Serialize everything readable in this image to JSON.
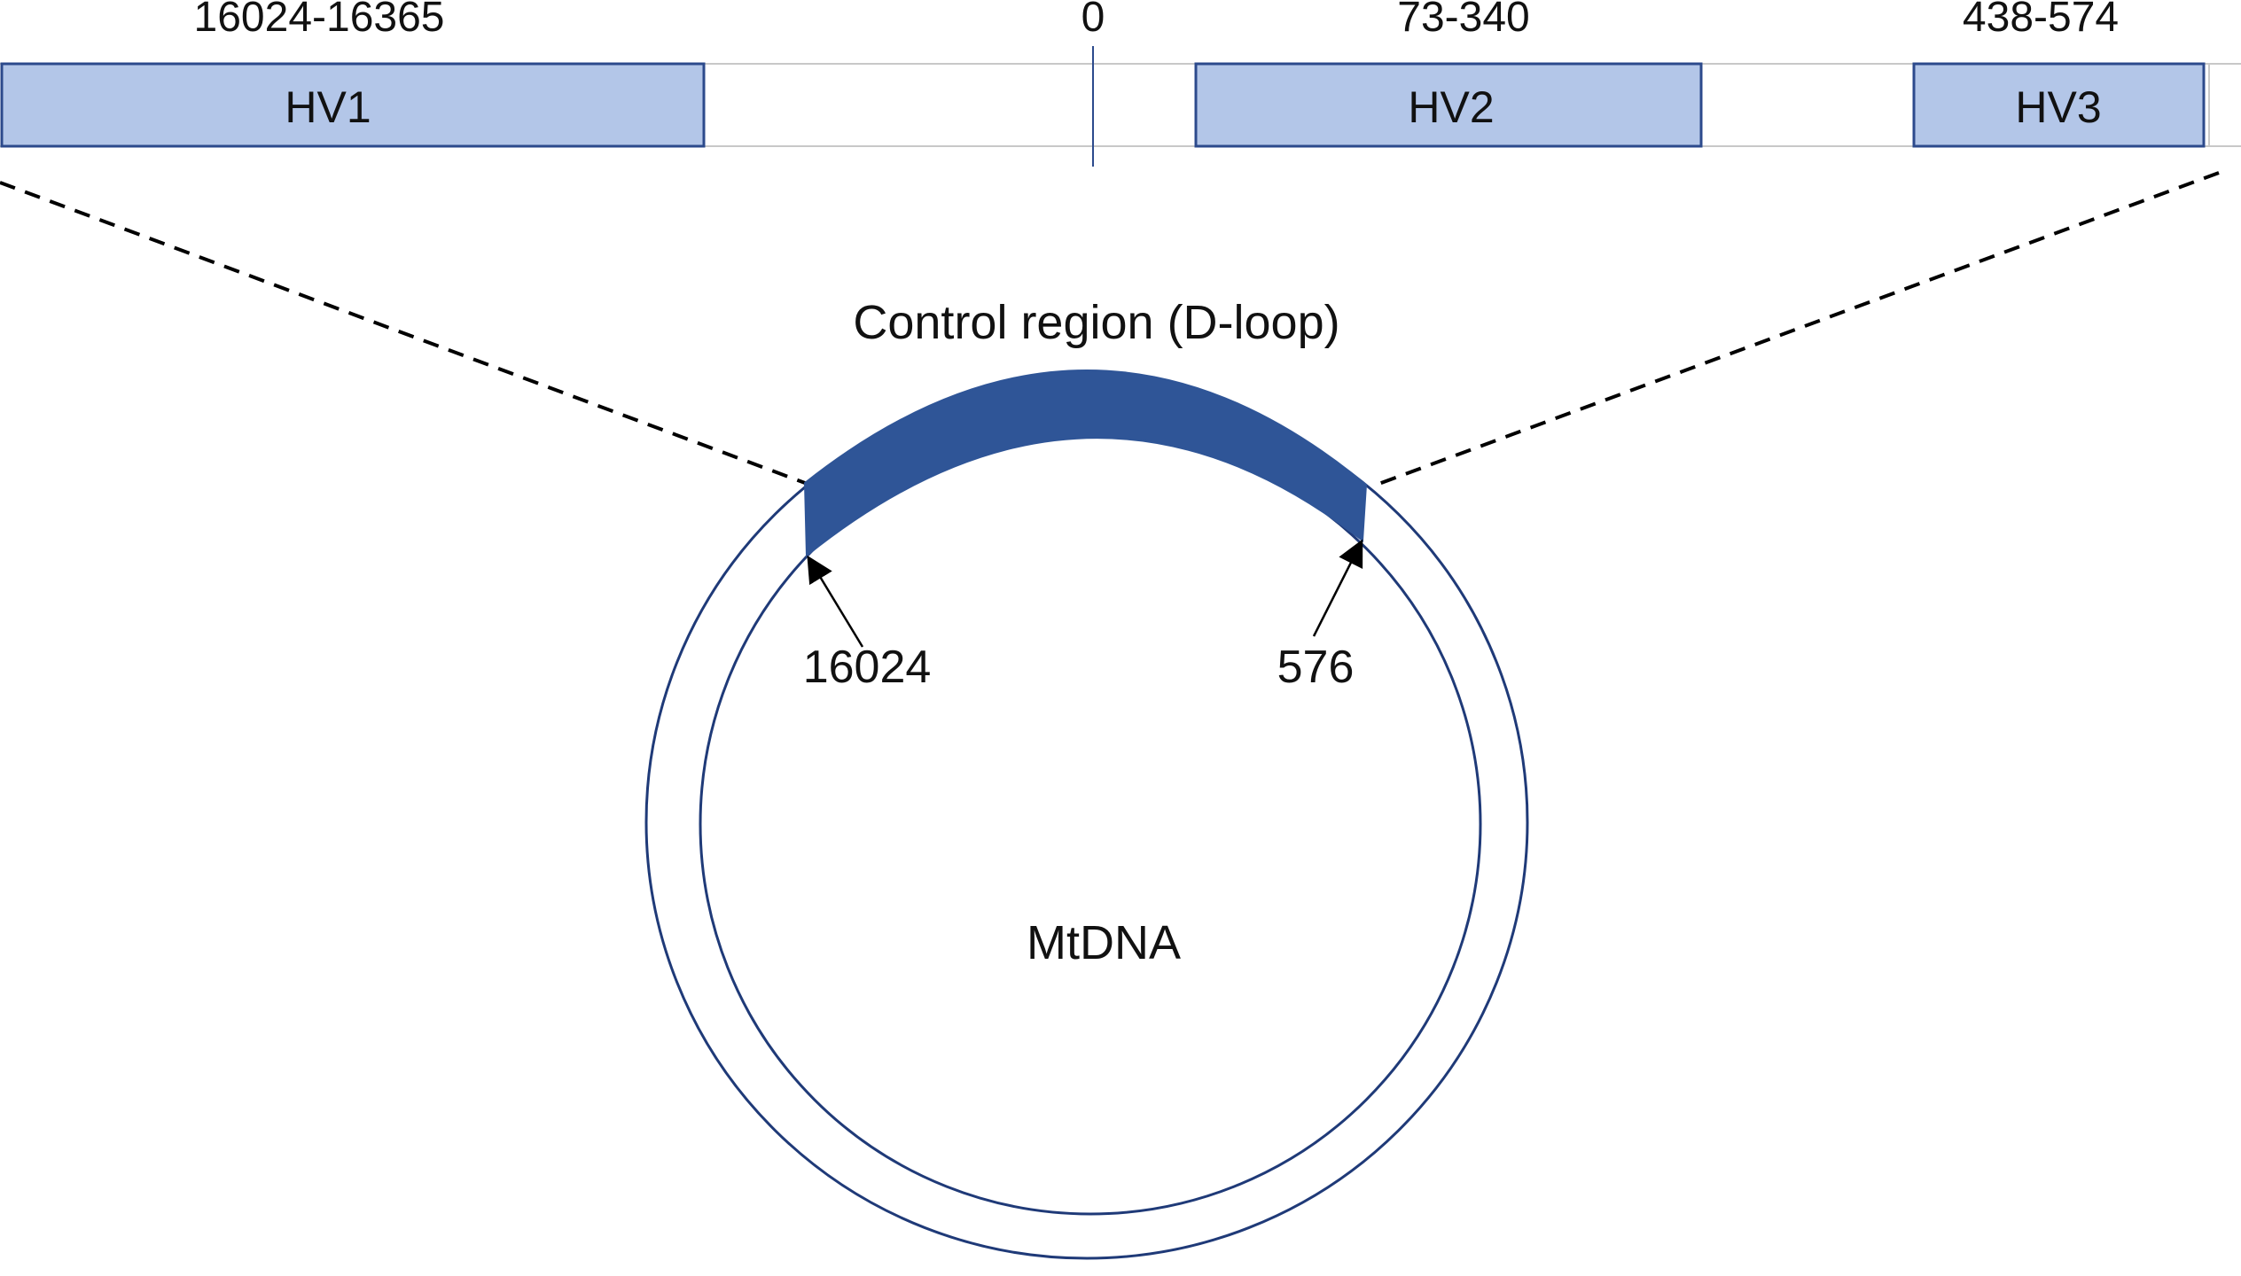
{
  "colors": {
    "region_fill": "#b3c6e8",
    "region_stroke": "#2c4a8c",
    "arc_fill": "#2f5597",
    "circle_stroke": "#1f3a78",
    "line_color": "#000000"
  },
  "track": {
    "origin_label": "0",
    "regions": [
      {
        "name": "HV1",
        "range": "16024-16365"
      },
      {
        "name": "HV2",
        "range": "73-340"
      },
      {
        "name": "HV3",
        "range": "438-574"
      }
    ]
  },
  "control_region": {
    "title": "Control region (D-loop)",
    "start_label": "16024",
    "end_label": "576"
  },
  "mtdna": {
    "label": "MtDNA"
  }
}
